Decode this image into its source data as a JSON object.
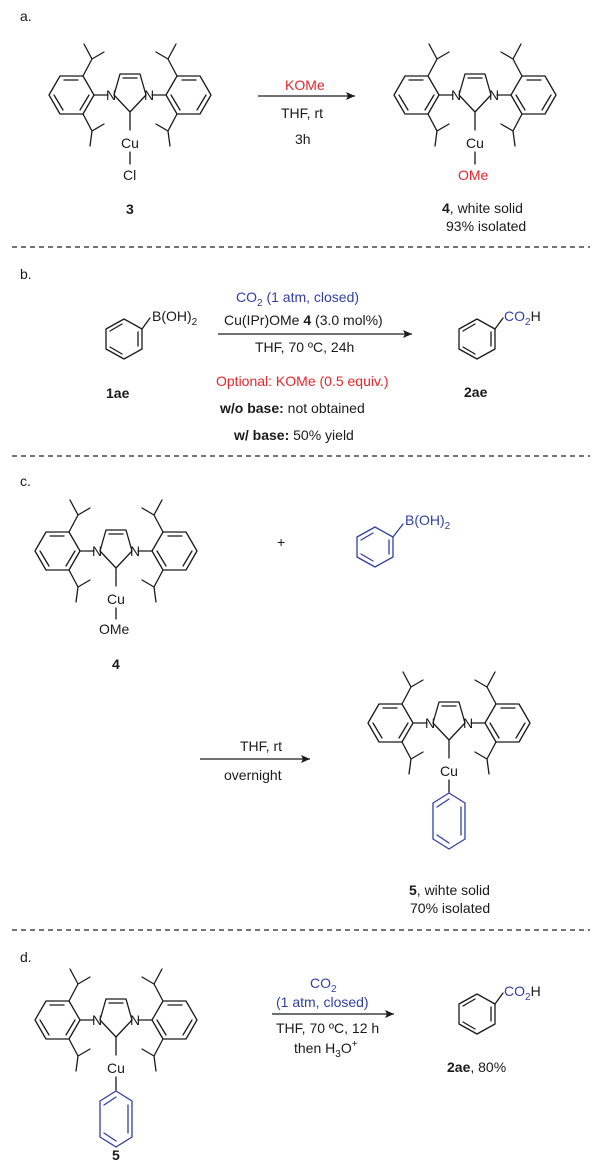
{
  "panels": {
    "a": {
      "label": "a.",
      "reagent_top": "KOMe",
      "cond1": "THF, rt",
      "cond2": "3h",
      "cu": "Cu",
      "cl": "Cl",
      "ome": "OMe",
      "compound_left": "3",
      "product_num": "4",
      "product_desc": ", white solid",
      "product_yield": "93% isolated"
    },
    "b": {
      "label": "b.",
      "boh2": "B(OH)",
      "boh2_sub": "2",
      "co2_pre": "CO",
      "co2_sub": "2",
      "co2_post": " (1 atm, closed)",
      "cat_pre": "Cu(IPr)OMe ",
      "cat_num": "4",
      "cat_post": " (3.0 mol%)",
      "cond": "THF, 70 ºC, 24h",
      "optional": "Optional: KOMe (0.5 equiv.)",
      "wo_label": "w/o base:",
      "wo_val": " not obtained",
      "w_label": "w/ base:",
      "w_val": " 50% yield",
      "co2h_pre": "CO",
      "co2h_sub": "2",
      "co2h_post": "H",
      "sm_label": "1ae",
      "prod_label": "2ae"
    },
    "c": {
      "label": "c.",
      "plus": "+",
      "cu": "Cu",
      "ome": "OMe",
      "compound": "4",
      "boh2": "B(OH)",
      "boh2_sub": "2",
      "cond1": "THF, rt",
      "cond2": "overnight",
      "cu_prod": "Cu",
      "product_num": "5",
      "product_desc": ", wihte solid",
      "product_yield": "70% isolated"
    },
    "d": {
      "label": "d.",
      "cu": "Cu",
      "compound": "5",
      "co2_pre": "CO",
      "co2_sub": "2",
      "cond_a": "(1 atm, closed)",
      "cond_b": "THF, 70 ºC, 12 h",
      "cond_c_pre": "then H",
      "cond_c_sub": "3",
      "cond_c_post": "O",
      "cond_c_sup": "+",
      "co2h_pre": "CO",
      "co2h_sub": "2",
      "co2h_post": "H",
      "prod_num": "2ae",
      "prod_yield": ", 80%"
    }
  },
  "colors": {
    "red": "#e8262b",
    "blue": "#3140a5",
    "ink": "#1a1a1a"
  }
}
